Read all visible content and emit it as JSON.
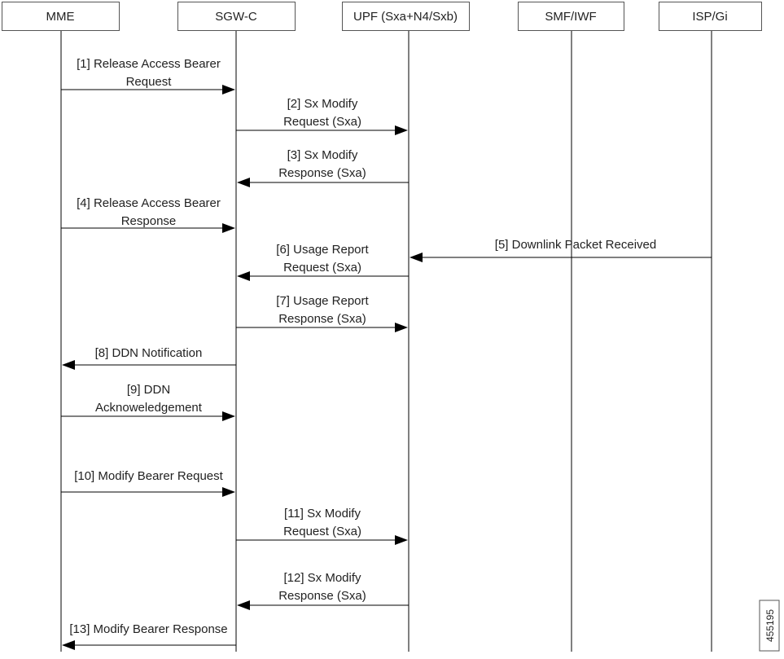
{
  "participants": [
    {
      "id": "mme",
      "label": "MME"
    },
    {
      "id": "sgwc",
      "label": "SGW-C"
    },
    {
      "id": "upf",
      "label": "UPF (Sxa+N4/Sxb)"
    },
    {
      "id": "smf",
      "label": "SMF/IWF"
    },
    {
      "id": "isp",
      "label": "ISP/Gi"
    }
  ],
  "messages": [
    {
      "from": "mme",
      "to": "sgwc",
      "lines": [
        "[1] Release Access Bearer",
        "Request"
      ]
    },
    {
      "from": "sgwc",
      "to": "upf",
      "lines": [
        "[2] Sx Modify",
        "Request (Sxa)"
      ]
    },
    {
      "from": "upf",
      "to": "sgwc",
      "lines": [
        "[3] Sx Modify",
        "Response (Sxa)"
      ]
    },
    {
      "from": "mme",
      "to": "sgwc",
      "lines": [
        "[4] Release Access Bearer",
        "Response"
      ]
    },
    {
      "from": "isp",
      "to": "upf",
      "lines": [
        "[5] Downlink Packet Received"
      ]
    },
    {
      "from": "upf",
      "to": "sgwc",
      "lines": [
        "[6] Usage Report",
        "Request (Sxa)"
      ]
    },
    {
      "from": "sgwc",
      "to": "upf",
      "lines": [
        "[7] Usage Report",
        "Response (Sxa)"
      ]
    },
    {
      "from": "sgwc",
      "to": "mme",
      "lines": [
        "[8] DDN Notification"
      ]
    },
    {
      "from": "mme",
      "to": "sgwc",
      "lines": [
        "[9] DDN",
        "Acknoweledgement"
      ]
    },
    {
      "from": "mme",
      "to": "sgwc",
      "lines": [
        "[10] Modify Bearer Request"
      ]
    },
    {
      "from": "sgwc",
      "to": "upf",
      "lines": [
        "[11] Sx Modify",
        "Request (Sxa)"
      ]
    },
    {
      "from": "upf",
      "to": "sgwc",
      "lines": [
        "[12] Sx Modify",
        "Response (Sxa)"
      ]
    },
    {
      "from": "sgwc",
      "to": "mme",
      "lines": [
        "[13] Modify Bearer Response"
      ]
    }
  ],
  "figure_id": "455195",
  "colors": {
    "line": "#000000",
    "text": "#222222",
    "box_border": "#555555"
  }
}
